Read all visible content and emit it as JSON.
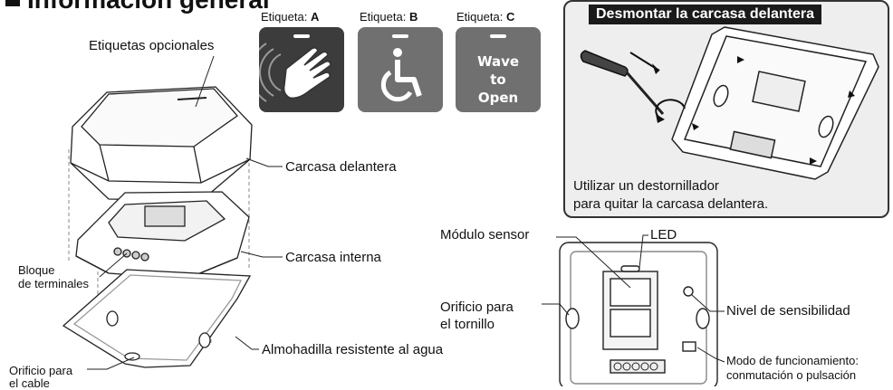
{
  "heading": "Información general",
  "tags": {
    "a": {
      "prefix": "Etiqueta: ",
      "letter": "A"
    },
    "b": {
      "prefix": "Etiqueta: ",
      "letter": "B"
    },
    "c": {
      "prefix": "Etiqueta: ",
      "letter": "C",
      "lines": [
        "Wave",
        "to",
        "Open"
      ]
    }
  },
  "labels": {
    "optional_tags": "Etiquetas opcionales",
    "front_cover": "Carcasa delantera",
    "inner_housing": "Carcasa interna",
    "terminal_block": [
      "Bloque",
      "de terminales"
    ],
    "waterproof_pad": "Almohadilla resistente al agua",
    "cable_hole": [
      "Orificio para",
      "el cable"
    ]
  },
  "panel": {
    "title": "Desmontar la carcasa delantera",
    "text": [
      "Utilizar un destornillador",
      "para quitar la carcasa delantera."
    ]
  },
  "module": {
    "sensor": "Módulo sensor",
    "led": "LED",
    "screw_hole": [
      "Orificio para",
      "el tornillo"
    ],
    "sensitivity": "Nivel de sensibilidad",
    "mode": [
      "Modo de funcionamiento:",
      "conmutación o pulsación"
    ]
  }
}
